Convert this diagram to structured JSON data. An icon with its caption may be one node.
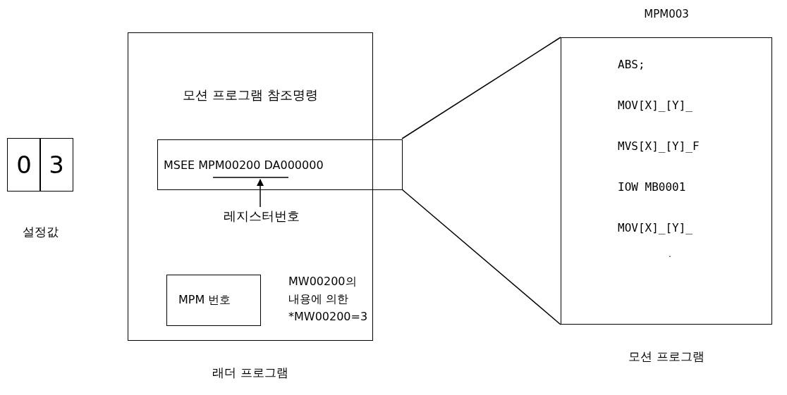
{
  "diagram": {
    "nodes": [
      {
        "text": [
          "0"
        ]
      },
      {
        "text": [
          "3"
        ]
      },
      {
        "text": [
          "모션 프로그램 참조명령"
        ],
        "beside": [
          "래더 프로그램"
        ]
      },
      {
        "text": [
          "MSEE MPM00200 DA000000"
        ],
        "in": 2
      },
      {
        "text": [
          "레지스터번호"
        ],
        "in": 2
      },
      {
        "text": [
          "MPM 번호"
        ],
        "in": 2
      },
      {
        "text": [
          "MPM003",
          "ABS;",
          "MOV[X]_[Y]_",
          "MVS[X]_[Y]_F",
          "IOW MB0001",
          "MOV[X]_[Y]_",
          "."
        ],
        "beside": [
          "모션 프로그램"
        ]
      }
    ],
    "edges": [
      {
        "from": 4,
        "to": 3,
        "arrow": "to"
      },
      {
        "from": 3,
        "to": 6,
        "arrow": "none"
      },
      {
        "from": 3,
        "to": 6,
        "arrow": "none"
      }
    ],
    "labels": [
      "설정값",
      "MW00200의 내용에 의한 *MW00200=3"
    ]
  }
}
